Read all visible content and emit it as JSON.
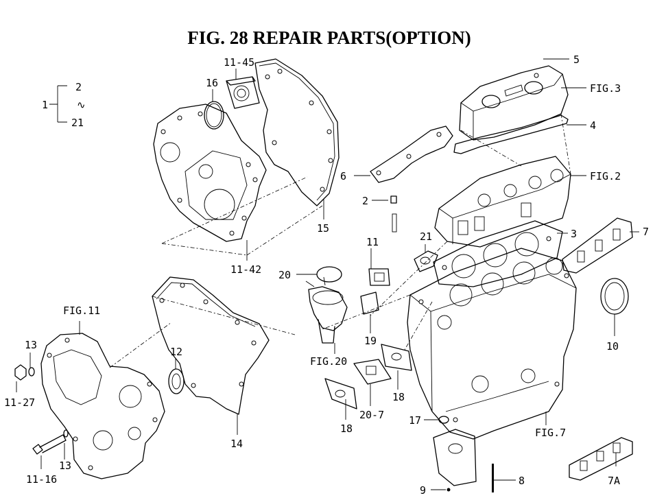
{
  "title": "FIG. 28  REPAIR PARTS(OPTION)",
  "range_note": {
    "start": "1",
    "top": "2",
    "tilde": "∿",
    "bottom": "21"
  },
  "labels": {
    "p5": "5",
    "fig3": "FIG.3",
    "p4": "4",
    "fig2": "FIG.2",
    "p7": "7",
    "p3": "3",
    "p6": "6",
    "p2": "2",
    "p21": "21",
    "p11": "11",
    "p20": "20",
    "p19": "19",
    "fig20": "FIG.20",
    "p10": "10",
    "p18a": "18",
    "p18b": "18",
    "p20_7": "20-7",
    "p17": "17",
    "fig7": "FIG.7",
    "p7a": "7A",
    "p8": "8",
    "p9": "9",
    "p11_45": "11-45",
    "p16": "16",
    "p15": "15",
    "p11_42": "11-42",
    "fig11": "FIG.11",
    "p13a": "13",
    "p11_27": "11-27",
    "p12": "12",
    "p14": "14",
    "p11_16": "11-16",
    "p13b": "13"
  }
}
